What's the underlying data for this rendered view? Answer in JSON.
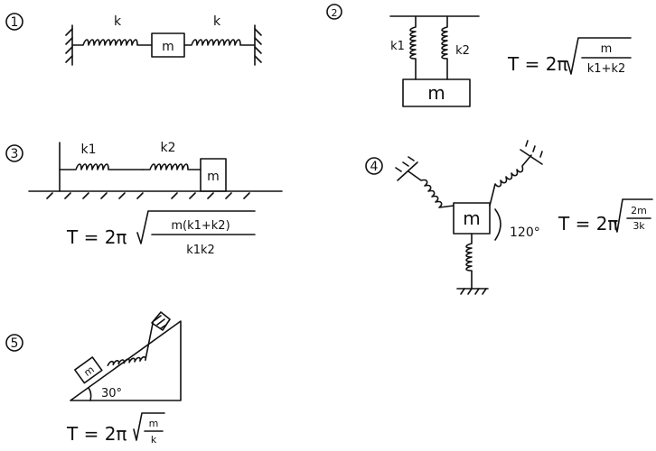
{
  "problems": [
    {
      "number": "1",
      "spring_left": "k",
      "spring_right": "k",
      "mass": "m"
    },
    {
      "number": "2",
      "spring_left": "k1",
      "spring_right": "k2",
      "mass": "m",
      "formula": {
        "lhs": "T = 2π",
        "num": "m",
        "den": "k1+k2"
      }
    },
    {
      "number": "3",
      "spring_left": "k1",
      "spring_right": "k2",
      "mass": "m",
      "formula": {
        "lhs": "T = 2π",
        "num": "m(k1+k2)",
        "den": "k1k2"
      }
    },
    {
      "number": "4",
      "mass": "m",
      "angle": "120°",
      "formula": {
        "lhs": "T = 2π",
        "num": "2m",
        "den": "3k"
      }
    },
    {
      "number": "5",
      "mass": "m",
      "angle": "30°",
      "formula": {
        "lhs": "T = 2π",
        "num": "m",
        "den": "k"
      }
    }
  ]
}
